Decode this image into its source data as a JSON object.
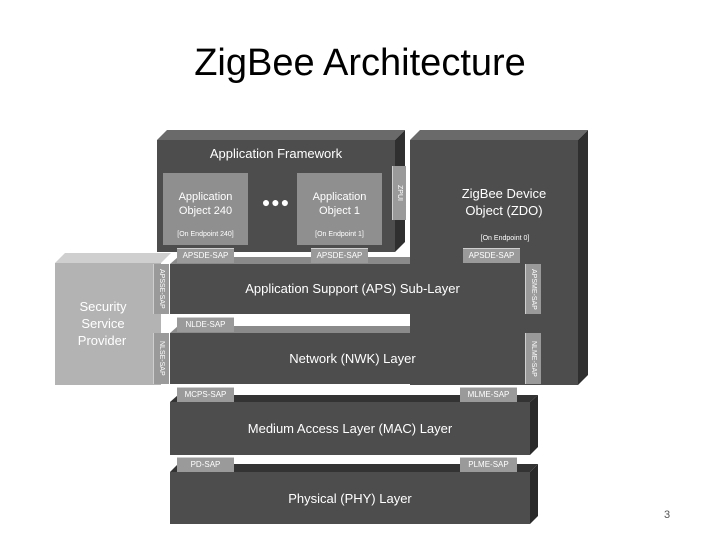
{
  "slide": {
    "title": "ZigBee Architecture",
    "page_number": "3"
  },
  "diagram": {
    "application_framework": "Application Framework",
    "app_object_240": [
      "Application",
      "Object 240"
    ],
    "app_object_1": [
      "Application",
      "Object 1"
    ],
    "ellipsis": "●●●",
    "endpoint_240": "[On Endpoint 240]",
    "endpoint_1": "[On Endpoint 1]",
    "zpui": "ZPUI",
    "zdo": [
      "ZigBee Device",
      "Object (ZDO)"
    ],
    "endpoint_0": "[On Endpoint 0]",
    "security": [
      "Security",
      "Service",
      "Provider"
    ],
    "aps_layer": "Application Support (APS) Sub-Layer",
    "nwk_layer": "Network (NWK) Layer",
    "mac_layer": "Medium Access Layer (MAC) Layer",
    "phy_layer": "Physical (PHY) Layer",
    "saps": {
      "apsde_sap_240": "APSDE-SAP",
      "apsde_sap_1": "APSDE-SAP",
      "apsde_sap_zdo": "APSDE-SAP",
      "apsse_sap": "APSSE-SAP",
      "apsme_sap": "APSME-SAP",
      "nlde_sap": "NLDE-SAP",
      "nlse_sap": "NLSE-SAP",
      "nlme_sap": "NLME-SAP",
      "mcps_sap": "MCPS-SAP",
      "mlme_sap": "MLME-SAP",
      "pd_sap": "PD-SAP",
      "plme_sap": "PLME-SAP"
    }
  },
  "colors": {
    "dark_block": "#4d4d4e",
    "dark_side": "#2f2f30",
    "mid_block": "#8f8f8f",
    "light_block": "#b3b3b3",
    "sap": "#9a9a9a"
  }
}
